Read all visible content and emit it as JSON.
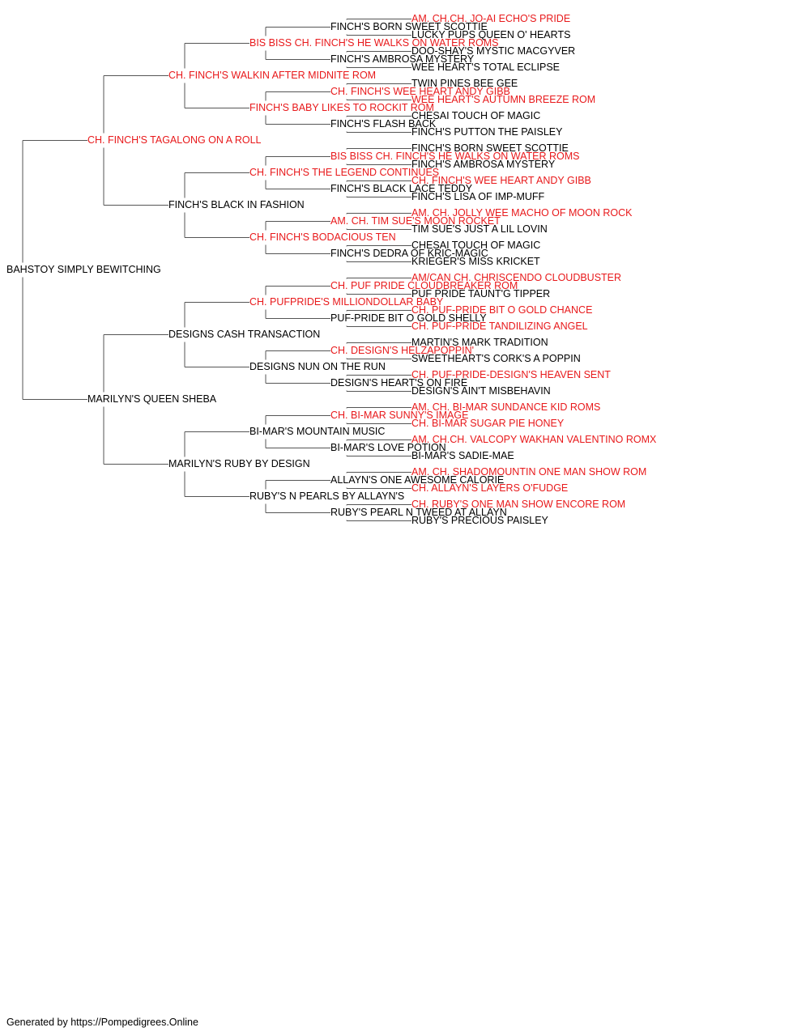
{
  "colors": {
    "champion": "#e8191b",
    "normal": "#000000",
    "line": "#555555"
  },
  "footer": "Generated by https://Pompedigrees.Online",
  "pedigree": {
    "name": "BAHSTOY SIMPLY BEWITCHING",
    "champion": false,
    "sire": {
      "name": "CH. FINCH'S TAGALONG ON A ROLL",
      "champion": true,
      "sire": {
        "name": "CH. FINCH'S WALKIN AFTER MIDNITE ROM",
        "champion": true,
        "sire": {
          "name": "BIS BISS CH. FINCH'S HE WALKS ON WATER ROMS",
          "champion": true,
          "sire": {
            "name": "FINCH'S BORN SWEET SCOTTIE",
            "champion": false,
            "sire": {
              "name": "AM. CH.CH. JO-AI ECHO'S PRIDE",
              "champion": true
            },
            "dam": {
              "name": "LUCKY PUPS QUEEN O' HEARTS",
              "champion": false
            }
          },
          "dam": {
            "name": "FINCH'S AMBROSA MYSTERY",
            "champion": false,
            "sire": {
              "name": "DOO-SHAY'S MYSTIC MACGYVER",
              "champion": false
            },
            "dam": {
              "name": "WEE HEART'S TOTAL ECLIPSE",
              "champion": false
            }
          }
        },
        "dam": {
          "name": "FINCH'S BABY LIKES TO ROCKIT ROM",
          "champion": true,
          "sire": {
            "name": "CH. FINCH'S WEE HEART ANDY GIBB",
            "champion": true,
            "sire": {
              "name": "TWIN PINES BEE GEE",
              "champion": false
            },
            "dam": {
              "name": "WEE HEART'S AUTUMN BREEZE ROM",
              "champion": true
            }
          },
          "dam": {
            "name": "FINCH'S FLASH BACK",
            "champion": false,
            "sire": {
              "name": "CHESAI TOUCH OF MAGIC",
              "champion": false
            },
            "dam": {
              "name": "FINCH'S PUTTON THE PAISLEY",
              "champion": false
            }
          }
        }
      },
      "dam": {
        "name": "FINCH'S BLACK IN FASHION",
        "champion": false,
        "sire": {
          "name": "CH. FINCH'S THE LEGEND CONTINUES",
          "champion": true,
          "sire": {
            "name": "BIS BISS CH. FINCH'S HE WALKS ON WATER ROMS",
            "champion": true,
            "sire": {
              "name": "FINCH'S BORN SWEET SCOTTIE",
              "champion": false
            },
            "dam": {
              "name": "FINCH'S AMBROSA MYSTERY",
              "champion": false
            }
          },
          "dam": {
            "name": "FINCH'S BLACK LACE TEDDY",
            "champion": false,
            "sire": {
              "name": "CH. FINCH'S WEE HEART ANDY GIBB",
              "champion": true
            },
            "dam": {
              "name": "FINCH'S LISA OF IMP-MUFF",
              "champion": false
            }
          }
        },
        "dam": {
          "name": "CH. FINCH'S BODACIOUS TEN",
          "champion": true,
          "sire": {
            "name": "AM. CH. TIM SUE'S MOON ROCKET",
            "champion": true,
            "sire": {
              "name": "AM. CH. JOLLY WEE MACHO OF MOON ROCK",
              "champion": true
            },
            "dam": {
              "name": "TIM SUE'S JUST A LIL LOVIN",
              "champion": false
            }
          },
          "dam": {
            "name": "FINCH'S DEDRA OF KRIC-MAGIC",
            "champion": false,
            "sire": {
              "name": "CHESAI TOUCH OF MAGIC",
              "champion": false
            },
            "dam": {
              "name": "KRIEGER'S MISS KRICKET",
              "champion": false
            }
          }
        }
      }
    },
    "dam": {
      "name": "MARILYN'S QUEEN SHEBA",
      "champion": false,
      "sire": {
        "name": "DESIGNS CASH TRANSACTION",
        "champion": false,
        "sire": {
          "name": "CH. PUFPRIDE'S MILLIONDOLLAR BABY",
          "champion": true,
          "sire": {
            "name": "CH. PUF PRIDE CLOUDBREAKER ROM",
            "champion": true,
            "sire": {
              "name": "AM/CAN CH. CHRISCENDO CLOUDBUSTER",
              "champion": true
            },
            "dam": {
              "name": "PUF PRIDE TAUNT'G TIPPER",
              "champion": false
            }
          },
          "dam": {
            "name": "PUF-PRIDE BIT O GOLD SHELLY",
            "champion": false,
            "sire": {
              "name": "CH. PUF-PRIDE BIT O GOLD CHANCE",
              "champion": true
            },
            "dam": {
              "name": "CH. PUF-PRIDE TANDILIZING ANGEL",
              "champion": true
            }
          }
        },
        "dam": {
          "name": "DESIGNS NUN ON THE RUN",
          "champion": false,
          "sire": {
            "name": "CH. DESIGN'S HELZAPOPPIN'",
            "champion": true,
            "sire": {
              "name": "MARTIN'S MARK TRADITION",
              "champion": false
            },
            "dam": {
              "name": "SWEETHEART'S CORK'S A POPPIN",
              "champion": false
            }
          },
          "dam": {
            "name": "DESIGN'S HEART'S ON FIRE",
            "champion": false,
            "sire": {
              "name": "CH. PUF-PRIDE-DESIGN'S HEAVEN SENT",
              "champion": true
            },
            "dam": {
              "name": "DESIGN'S AIN'T MISBEHAVIN",
              "champion": false
            }
          }
        }
      },
      "dam": {
        "name": "MARILYN'S RUBY BY DESIGN",
        "champion": false,
        "sire": {
          "name": "BI-MAR'S MOUNTAIN MUSIC",
          "champion": false,
          "sire": {
            "name": "CH. BI-MAR SUNNY'S IMAGE",
            "champion": true,
            "sire": {
              "name": "AM. CH. BI-MAR SUNDANCE KID ROMS",
              "champion": true
            },
            "dam": {
              "name": "CH. BI-MAR SUGAR PIE HONEY",
              "champion": true
            }
          },
          "dam": {
            "name": "BI-MAR'S LOVE POTION",
            "champion": false,
            "sire": {
              "name": "AM. CH.CH. VALCOPY WAKHAN VALENTINO ROMX",
              "champion": true
            },
            "dam": {
              "name": "BI-MAR'S SADIE-MAE",
              "champion": false
            }
          }
        },
        "dam": {
          "name": "RUBY'S N PEARLS BY ALLAYN'S",
          "champion": false,
          "sire": {
            "name": "ALLAYN'S ONE AWESOME CALORIE",
            "champion": false,
            "sire": {
              "name": "AM. CH. SHADOMOUNTIN ONE MAN SHOW ROM",
              "champion": true
            },
            "dam": {
              "name": "CH. ALLAYN'S LAYERS O'FUDGE",
              "champion": true
            }
          },
          "dam": {
            "name": "RUBY'S PEARL N TWEED AT ALLAYN",
            "champion": false,
            "sire": {
              "name": "CH. RUBY'S ONE MAN SHOW ENCORE ROM",
              "champion": true
            },
            "dam": {
              "name": "RUBY'S PRECIOUS PAISLEY",
              "champion": false
            }
          }
        }
      }
    }
  }
}
